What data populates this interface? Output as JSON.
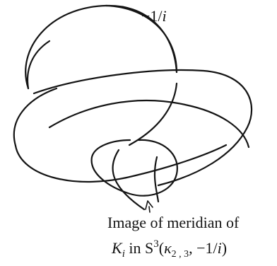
{
  "diagram": {
    "surgery_label": {
      "sign": "−",
      "numerator": "1",
      "slash": "/",
      "variable": "i"
    },
    "caption": {
      "line1": "Image of meridian of",
      "knot_symbol": "K",
      "knot_subscript": "i",
      "in_word": " in ",
      "space_symbol": "S",
      "space_superscript": "3",
      "open_paren": "(",
      "kappa": "κ",
      "kappa_subscript": "2 , 3",
      "separator": ", ",
      "coeff_sign": "−",
      "coeff_numerator": "1/",
      "coeff_variable": "i",
      "close_paren": ")"
    }
  }
}
